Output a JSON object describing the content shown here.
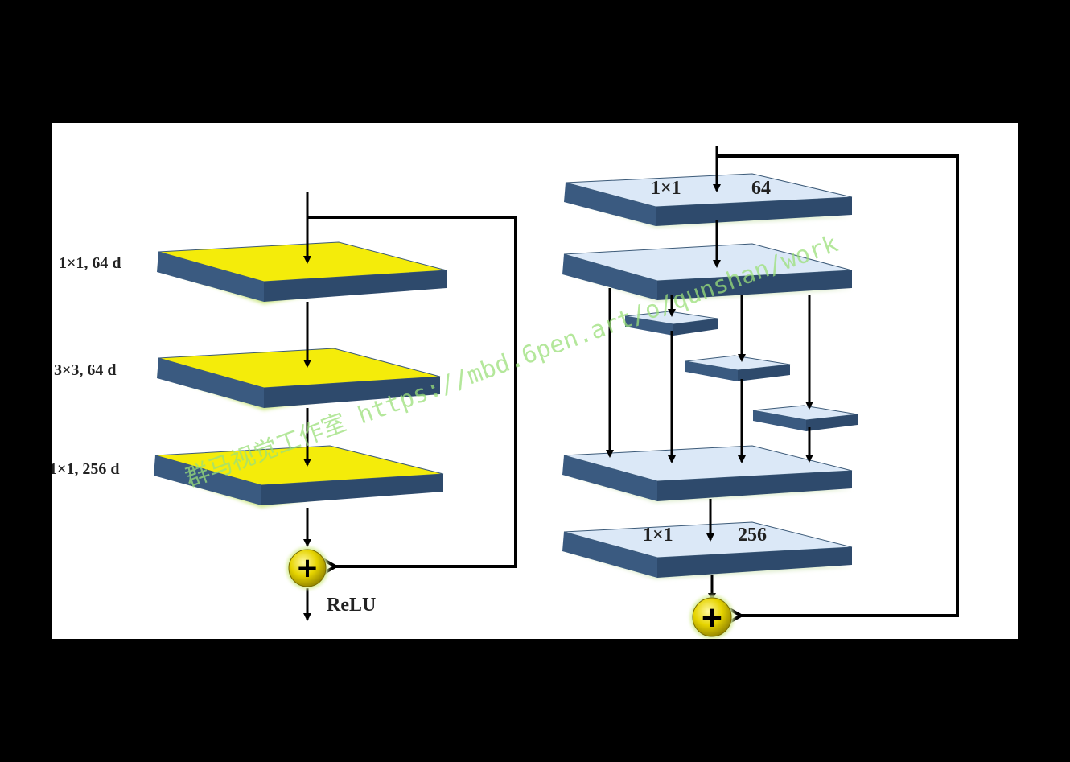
{
  "left_block": {
    "layers": [
      "1×1, 64 d",
      "3×3, 64 d",
      "1×1, 256 d"
    ],
    "activation": "ReLU",
    "adder": "+"
  },
  "right_block": {
    "top_layer": {
      "kernel": "1×1",
      "channels": "64"
    },
    "bottom_layer": {
      "kernel": "1×1",
      "channels": "256"
    },
    "adder": "+"
  },
  "watermark": "群马视觉工作室 https://mbd.6pen.art/o/qunshan/work",
  "colors": {
    "yellow_face": "#f4ec0a",
    "light_face": "#dbe8f7",
    "slab_side": "#2e4a6c",
    "adder_fill": "#e8d800",
    "line": "#000000"
  }
}
